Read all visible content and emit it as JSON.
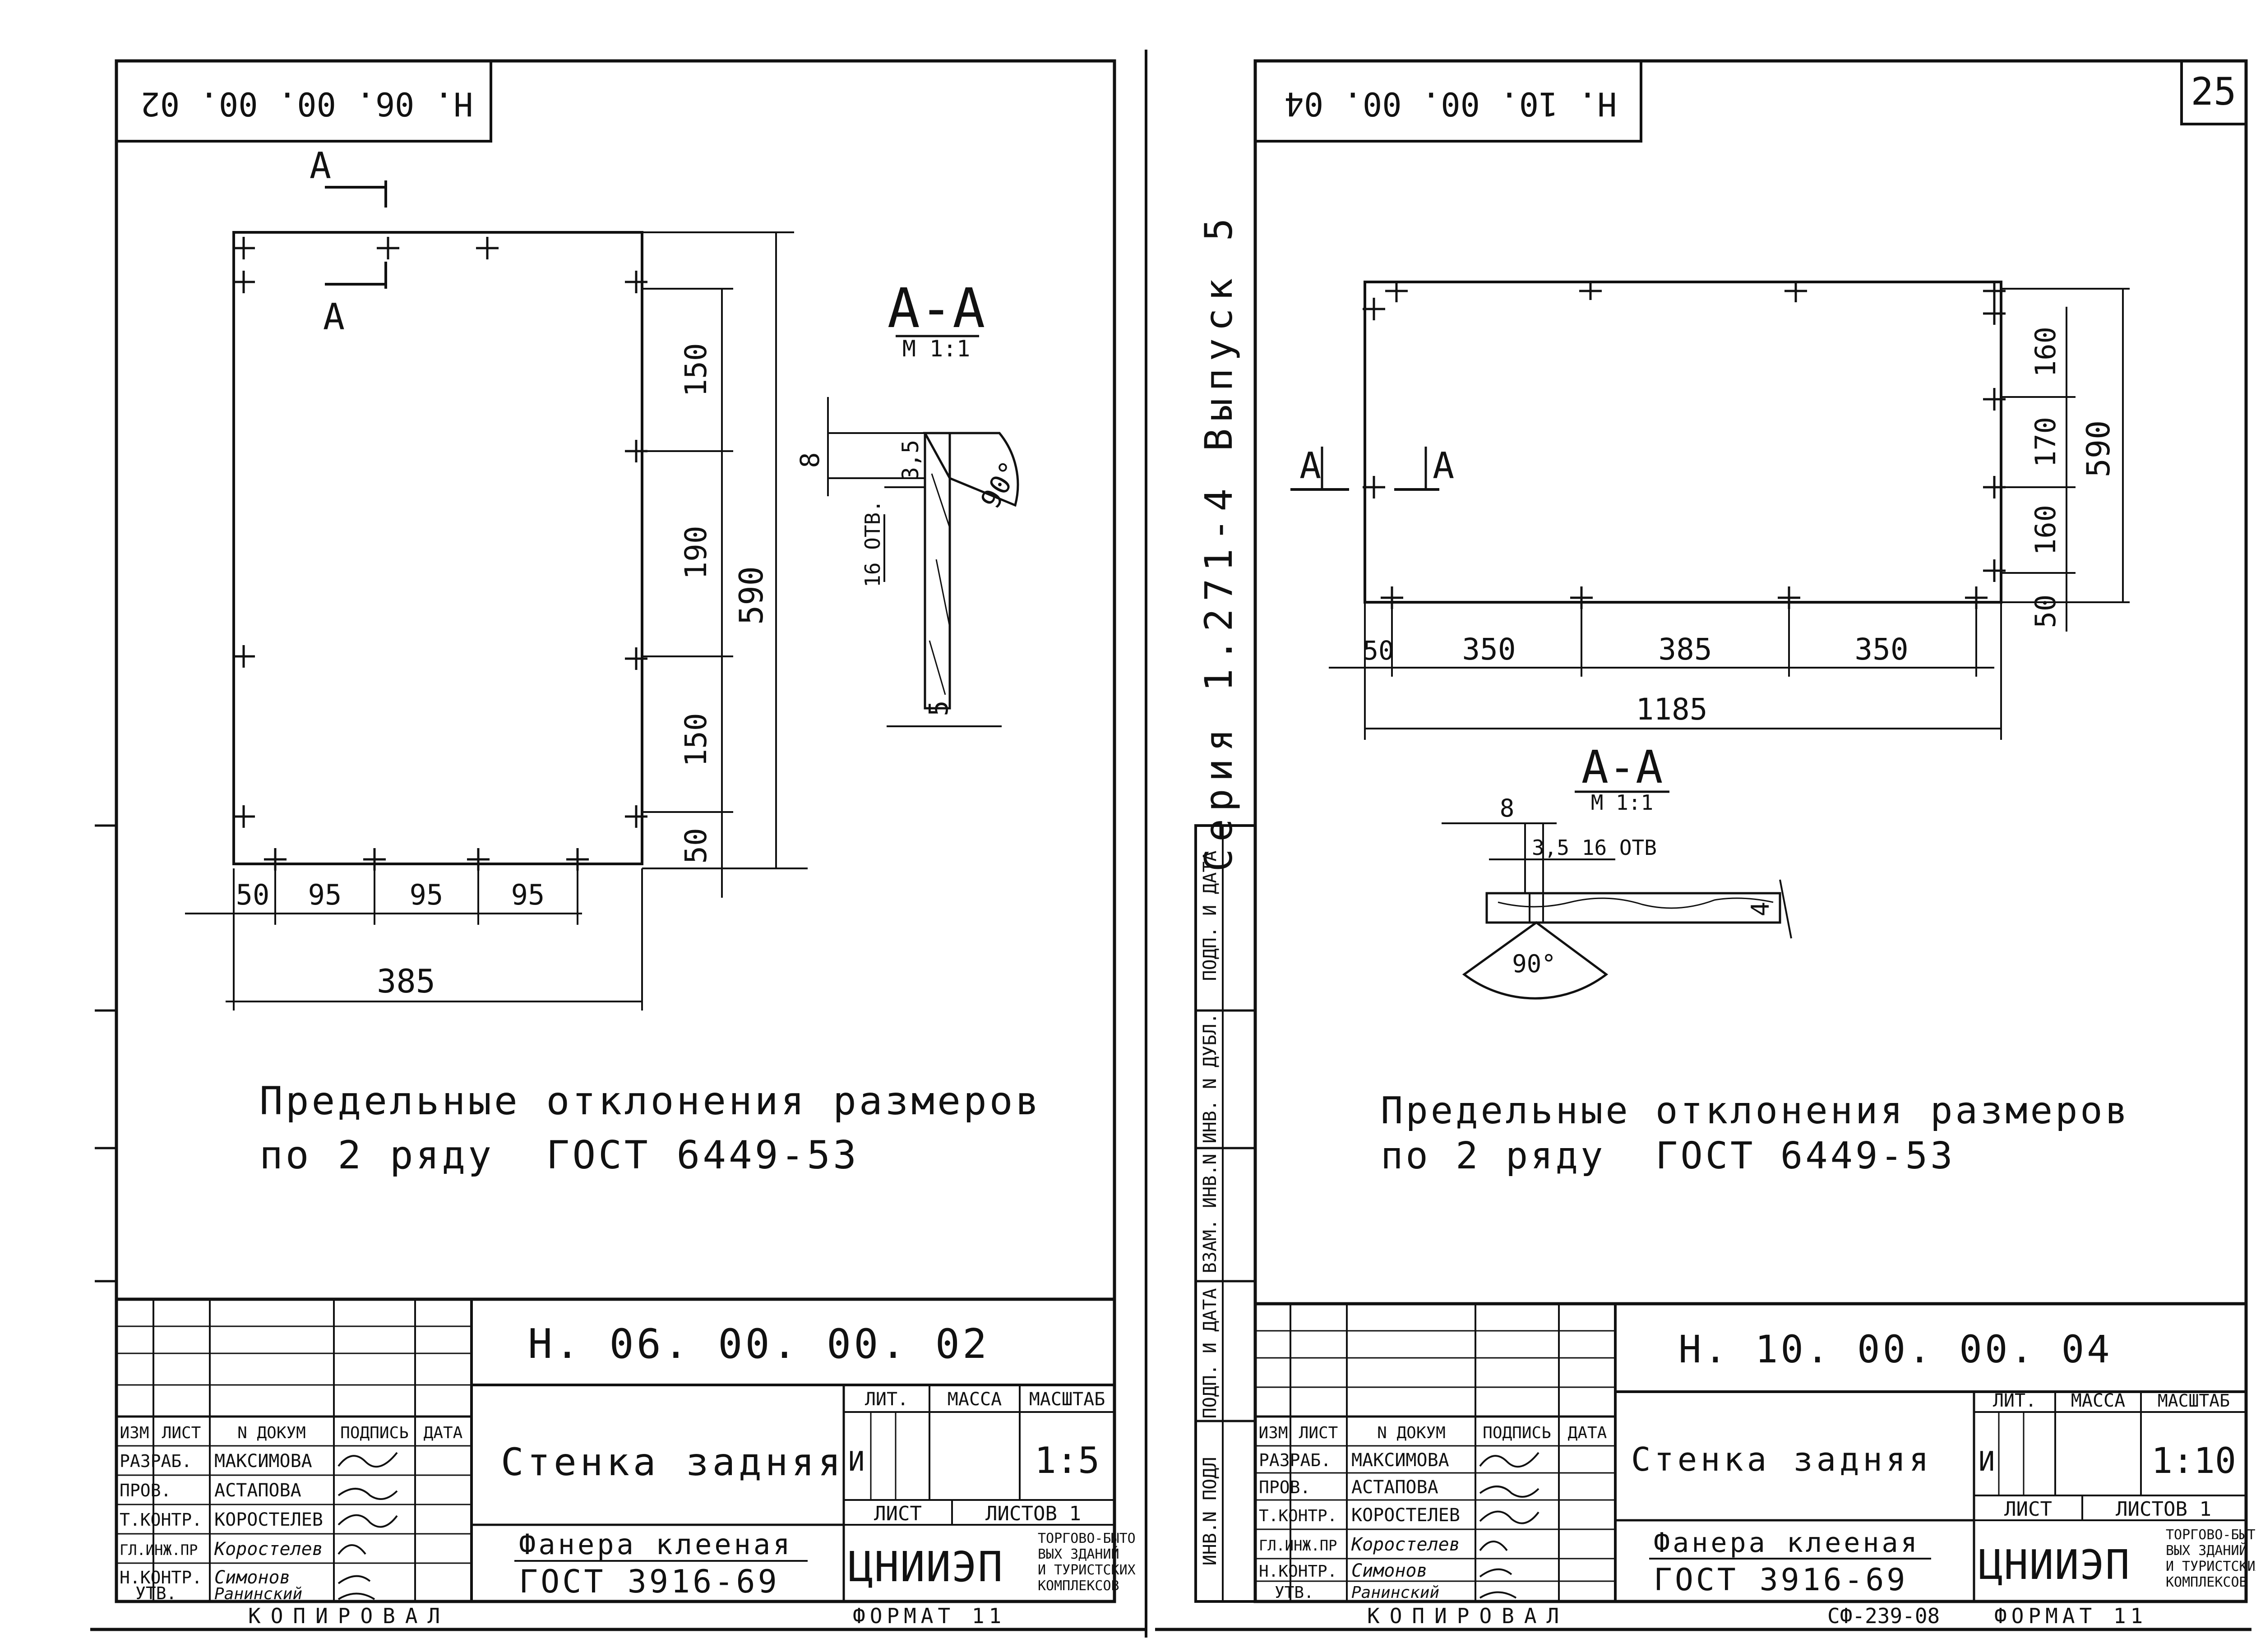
{
  "page_number": "25",
  "series_stamp": "Серия 1.271-4 Выпуск 5",
  "side_strip": [
    "ИНВ.N ПОДЛ",
    "ПОДП. И ДАТА",
    "ВЗАМ. ИНВ.N",
    "ИНВ. N ДУБЛ.",
    "ПОДП. И ДАТА"
  ],
  "left": {
    "code_rotated": "Н. 06. 00. 00. 02",
    "section_mark": "А",
    "section_title": "А-А",
    "section_scale": "М 1:1",
    "section_dims": [
      "8",
      "3,5",
      "16 ОТВ.",
      "90°",
      "5"
    ],
    "dims_vertical": [
      "150",
      "190",
      "150",
      "50",
      "590"
    ],
    "dims_horizontal": [
      "50",
      "95",
      "95",
      "95"
    ],
    "dim_total": "385",
    "note_line1": "Предельные отклонения размеров",
    "note_line2": "по 2 ряду  ГОСТ 6449-53",
    "stamp": {
      "code": "Н. 06. 00. 00. 02",
      "title": "Стенка задняя",
      "material1": "Фанера клееная",
      "material2": "ГОСТ 3916-69",
      "headers": [
        "ЛИТ.",
        "МАССА",
        "МАСШТАБ"
      ],
      "lit": "И",
      "scale": "1:5",
      "sheet": "ЛИСТ",
      "sheets": "ЛИСТОВ 1",
      "org": "ЦНИИЭП",
      "org_desc": [
        "ТОРГОВО-БЫТО",
        "ВЫХ ЗДАНИЙ",
        "И ТУРИСТСКИХ",
        "КОМПЛЕКСОВ"
      ],
      "col_headers": [
        "ИЗМ",
        "ЛИСТ",
        "N ДОКУМ",
        "ПОДПИСЬ",
        "ДАТА"
      ],
      "roles": [
        "РАЗРАБ.",
        "ПРОВ.",
        "Т.КОНТР.",
        "ГЛ.ИНЖ.ПР",
        "Н.КОНТР.",
        "УТВ."
      ],
      "names": [
        "МАКСИМОВА",
        "АСТАПОВА",
        "КОРОСТЕЛЕВ",
        "Коростелев",
        "Симонов",
        "Ранинский"
      ]
    },
    "copied": "КОПИРОВАЛ",
    "format": "ФОРМАТ 11"
  },
  "right": {
    "code_rotated": "Н. 10. 00. 00. 04",
    "section_mark": "А",
    "section_title": "А-А",
    "section_scale": "М 1:1",
    "section_dims": [
      "8",
      "3,5 16 ОТВ",
      "90°",
      "4"
    ],
    "dims_vertical": [
      "160",
      "170",
      "160",
      "50",
      "590"
    ],
    "dims_horizontal": [
      "50",
      "350",
      "385",
      "350"
    ],
    "dim_total": "1185",
    "note_line1": "Предельные отклонения размеров",
    "note_line2": "по 2 ряду  ГОСТ 6449-53",
    "stamp": {
      "code": "Н. 10. 00. 00. 04",
      "title": "Стенка задняя",
      "material1": "Фанера клееная",
      "material2": "ГОСТ 3916-69",
      "headers": [
        "ЛИТ.",
        "МАССА",
        "МАСШТАБ"
      ],
      "lit": "И",
      "scale": "1:10",
      "sheet": "ЛИСТ",
      "sheets": "ЛИСТОВ 1",
      "org": "ЦНИИЭП",
      "org_desc": [
        "ТОРГОВО-БЫТО",
        "ВЫХ ЗДАНИЙ",
        "И ТУРИСТСКИХ",
        "КОМПЛЕКСОВ"
      ],
      "col_headers": [
        "ИЗМ",
        "ЛИСТ",
        "N ДОКУМ",
        "ПОДПИСЬ",
        "ДАТА"
      ],
      "roles": [
        "РАЗРАБ.",
        "ПРОВ.",
        "Т.КОНТР.",
        "ГЛ.ИНЖ.ПР",
        "Н.КОНТР.",
        "УТВ."
      ],
      "names": [
        "МАКСИМОВА",
        "АСТАПОВА",
        "КОРОСТЕЛЕВ",
        "Коростелев",
        "Симонов",
        "Ранинский"
      ]
    },
    "copied": "КОПИРОВАЛ",
    "format": "ФОРМАТ 11",
    "doc_number": "СФ-239-08"
  }
}
